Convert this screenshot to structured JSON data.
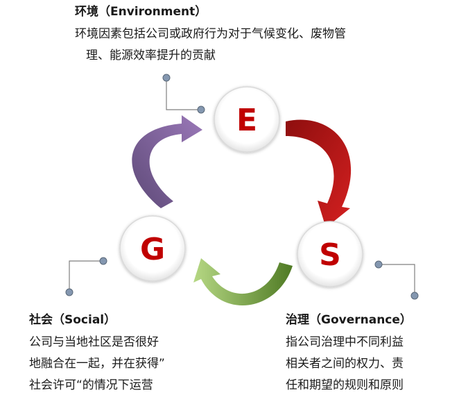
{
  "environment": {
    "title": "环境（Environment）",
    "lines": [
      "环境因素包括公司或政府行为对于气候变化、废物管",
      "理、能源效率提升的贡献"
    ]
  },
  "social": {
    "title": "社会（Social）",
    "lines": [
      "公司与当地社区是否很好",
      "地融合在一起，并在获得”",
      "社会许可“的情况下运营"
    ]
  },
  "governance": {
    "title": "治理（Governance）",
    "lines": [
      "指公司治理中不同利益",
      "相关者之间的权力、责",
      "任和期望的规则和原则"
    ]
  },
  "circles": {
    "e": "E",
    "s": "S",
    "g": "G"
  },
  "colors": {
    "accent_red": "#c00000",
    "arrow_red": "#b51a1a",
    "arrow_purple": "#7a5c94",
    "arrow_green": "#7aa63c",
    "connector_gray": "#7f7f7f",
    "dot_fill": "#8497b0"
  }
}
